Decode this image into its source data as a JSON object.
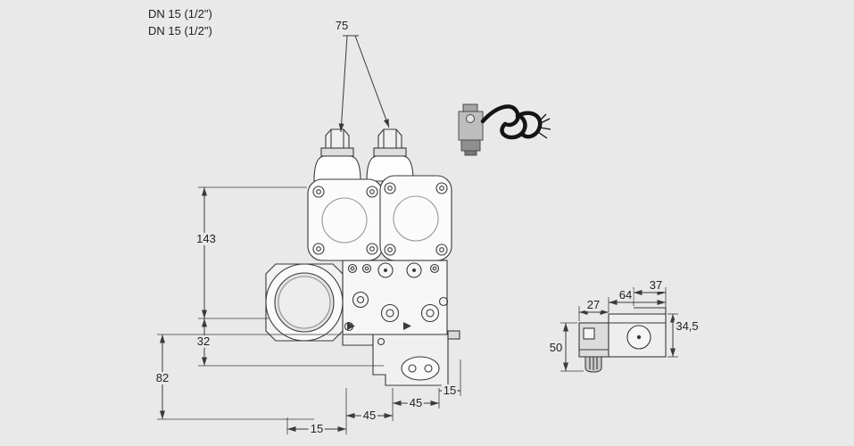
{
  "drawing": {
    "colors": {
      "background": "#e9e9e9",
      "line": "#3a3a3a",
      "cable": "#141414"
    },
    "labels": {
      "dn_line1": "DN 15 (1/2\")",
      "dn_line2": "DN 15 (1/2\")"
    },
    "front_view": {
      "d75": "75",
      "d143": "143",
      "d32": "32",
      "d82": "82",
      "d15_bottom": "15",
      "d45_a": "45",
      "d45_b": "45",
      "d15_right": "15"
    },
    "side_view": {
      "d27": "27",
      "d64": "64",
      "d37": "37",
      "d50": "50",
      "d34_5": "34,5"
    }
  }
}
